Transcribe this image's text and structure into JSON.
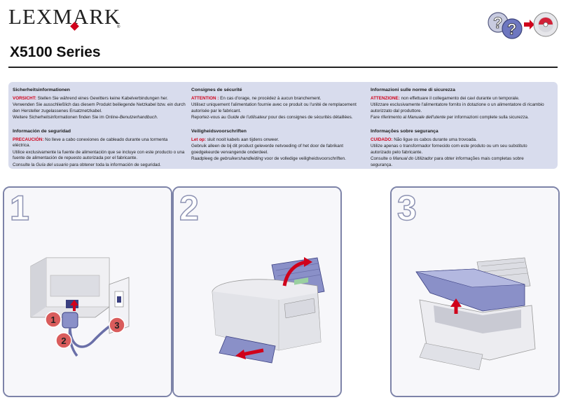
{
  "brand": {
    "logo": "LEXMARK",
    "reg": "®"
  },
  "title": "X5100 Series",
  "safety": {
    "de": {
      "heading": "Sicherheitsinformationen",
      "warn_label": "VORSICHT:",
      "warn_text": " Stellen Sie während eines Gewitters keine Kabelverbindungen her.",
      "p2": "Verwenden Sie ausschließlich das diesem Produkt beiliegende Netzkabel bzw. ein durch den Hersteller zugelassenes Ersatznetzkabel.",
      "p3_pre": "Weitere Sicherheitsinformationen finden Sie im Online-",
      "p3_em": "Benutzerhandbuch",
      "p3_post": "."
    },
    "fr": {
      "heading": "Consignes de sécurité",
      "warn_label": "ATTENTION :",
      "warn_text": " En cas d'orage, ne procédez à aucun branchement.",
      "p2": "Utilisez uniquement l'alimentation fournie avec ce produit ou l'unité de remplacement autorisée par le fabricant.",
      "p3_pre": "Reportez-vous au ",
      "p3_em": "Guide de l'utilisateur",
      "p3_post": " pour des consignes de sécurités détaillées."
    },
    "it": {
      "heading": "Informazioni sulle norme di sicurezza",
      "warn_label": "ATTENZIONE:",
      "warn_text": " non effettuare il collegamento dei cavi durante un temporale.",
      "p2": "Utilizzare esclusivamente l'alimentatore fornito in dotazione o un alimentatore di ricambio autorizzato dal produttore.",
      "p3_pre": "Fare riferimento al ",
      "p3_em": "Manuale dell'utente",
      "p3_post": " per informazioni complete sulla sicurezza."
    },
    "es": {
      "heading": "Información de seguridad",
      "warn_label": "PRECAUCIÓN:",
      "warn_text": " No lleve a cabo conexiones de cableado durante una tormenta eléctrica.",
      "p2": "Utilice exclusivamente la fuente de alimentación que se incluye con este producto o una fuente de alimentación de repuesto autorizada por el fabricante.",
      "p3_pre": "Consulte la ",
      "p3_em": "Guía del usuario",
      "p3_post": " para obtener toda la información de seguridad."
    },
    "nl": {
      "heading": "Veiligheidsvoorschriften",
      "warn_label": "Let op:",
      "warn_text": " sluit nooit kabels aan tijdens onweer.",
      "p2": "Gebruik alleen de bij dit product geleverde netvoeding of het door de fabrikant goedgekeurde vervangende onderdeel.",
      "p3_pre": "Raadpleeg de ",
      "p3_em": "gebruikershandleiding",
      "p3_post": " voor de volledige veiligheidsvoorschriften."
    },
    "pt": {
      "heading": "Informações sobre segurança",
      "warn_label": "CUIDADO:",
      "warn_text": " Não ligue os cabos durante uma trovoada.",
      "p2": "Utilize apenas o transformador fornecido com este produto ou um seu substituto autorizado pelo fabricante.",
      "p3_pre": "Consulte o ",
      "p3_em": "Manual do Utilizador",
      "p3_post": " para obter informações mais completas sobre segurança."
    }
  },
  "steps": [
    {
      "number": "1",
      "badges": [
        "1",
        "2",
        "3"
      ]
    },
    {
      "number": "2"
    },
    {
      "number": "3"
    }
  ],
  "colors": {
    "accent_red": "#d0021b",
    "panel_border": "#7d83a8",
    "safety_bg": "#d8dced",
    "printer_blue": "#8a90c8"
  },
  "icons": [
    "help-question-icon",
    "cd-icon"
  ]
}
